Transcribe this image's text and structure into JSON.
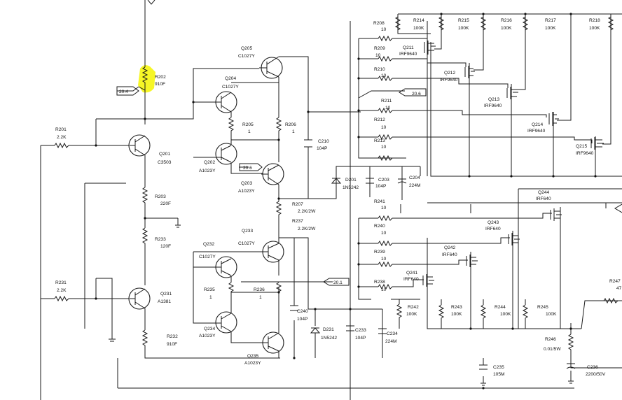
{
  "labels": {
    "R201": "R201",
    "R201v": "2.2K",
    "R202": "R202",
    "R202v": "910F",
    "R203": "R203",
    "R203v": "220F",
    "R205": "R205",
    "R205v": "1",
    "R206": "R206",
    "R206v": "1",
    "R207": "R207",
    "R207v": "2.2K/2W",
    "R208": "R208",
    "R208v": "10",
    "R209": "R209",
    "R209v": "10",
    "R210": "R210",
    "R210v": "10",
    "R211": "R211",
    "R211v": "10",
    "R212": "R212",
    "R212v": "10",
    "R213": "R213",
    "R213v": "10",
    "R214": "R214",
    "R214v": "100K",
    "R215": "R215",
    "R215v": "100K",
    "R216": "R216",
    "R216v": "100K",
    "R217": "R217",
    "R217v": "100K",
    "R218": "R218",
    "R218v": "100K",
    "R231": "R231",
    "R231v": "2.2K",
    "R232": "R232",
    "R232v": "910F",
    "R233": "R233",
    "R233v": "120F",
    "R235": "R235",
    "R235v": "1",
    "R236": "R236",
    "R236v": "1",
    "R237": "R237",
    "R237v": "2.2K/2W",
    "R238": "R238",
    "R238v": "10",
    "R239": "R239",
    "R239v": "10",
    "R240": "R240",
    "R240v": "10",
    "R241": "R241",
    "R241v": "10",
    "R242": "R242",
    "R242v": "100K",
    "R243": "R243",
    "R243v": "100K",
    "R244": "R244",
    "R244v": "100K",
    "R245": "R245",
    "R245v": "100K",
    "R246": "R246",
    "R246v": "0.01/5W",
    "R247": "R247",
    "R247v": "47",
    "Q201": "Q201",
    "Q201v": "C3503",
    "Q202": "Q202",
    "Q202v": "A1023Y",
    "Q203": "Q203",
    "Q203v": "A1023Y",
    "Q204": "Q204",
    "Q204v": "C1027Y",
    "Q205": "Q205",
    "Q205v": "C1027Y",
    "Q211": "Q211",
    "Q211v": "IRF9640",
    "Q212": "Q212",
    "Q212v": "IRF9640",
    "Q213": "Q213",
    "Q213v": "IRF9640",
    "Q214": "Q214",
    "Q214v": "IRF9640",
    "Q215": "Q215",
    "Q215v": "IRF9640",
    "Q231": "Q231",
    "Q231v": "A1381",
    "Q232": "Q232",
    "Q232v": "C1027Y",
    "Q233": "Q233",
    "Q233v": "C1027Y",
    "Q234": "Q234",
    "Q234v": "A1023Y",
    "Q235": "Q235",
    "Q235v": "A1023Y",
    "Q241": "Q241",
    "Q241v": "IRF640",
    "Q242": "Q242",
    "Q242v": "IRF640",
    "Q243": "Q243",
    "Q243v": "IRF640",
    "Q244": "Q244",
    "Q244v": "IRF640",
    "C203": "C203",
    "C203v": "104P",
    "C204": "C204",
    "C204v": "224M",
    "C210": "C210",
    "C210v": "104P",
    "C233": "C233",
    "C233v": "104P",
    "C234": "C234",
    "C234v": "224M",
    "C235": "C235",
    "C235v": "105M",
    "C236": "C236",
    "C236v": "2200/50V",
    "C240": "C240",
    "C240v": "104P",
    "D201": "D201",
    "D201v": "1N5242",
    "D231": "D231",
    "D231v": "1N5242",
    "TP1": "20.4",
    "TP2": "20.6",
    "TP3": "20.6",
    "TP4": "20.1"
  },
  "highlight_color": "#f5f500"
}
